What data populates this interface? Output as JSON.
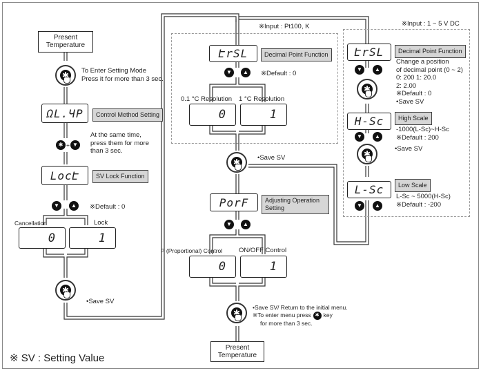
{
  "left": {
    "present": [
      "Present",
      "Temperature"
    ],
    "enter_note": [
      "To Enter Setting Mode",
      "Press it for more than 3 sec."
    ],
    "ctrl_display": "ΩL.ЧP",
    "ctrl_tag": "Control Method Setting",
    "same_time_note": [
      "At the same time,",
      "press them for more",
      "than 3 sec."
    ],
    "lock_display": "LocԷ",
    "lock_tag": "SV Lock Function",
    "default": "※Default : 0",
    "cancellation": "Cancellation",
    "lock": "Lock",
    "val0": "0",
    "val1": "1",
    "save": "•Save SV"
  },
  "middle": {
    "input_note": "※Input : Pt100, K",
    "dp_display": "ԷrSL",
    "dp_tag": "Decimal Point Function",
    "default": "※Default : 0",
    "res01": "0.1 °C Resolution",
    "res1": "1 °C Resolution",
    "val0": "0",
    "val1": "1",
    "save": "•Save SV",
    "porf_display": "PorF",
    "porf_tag": [
      "Adjusting Operation",
      "Setting"
    ],
    "p_control": "P (Proportional) Control",
    "onoff_control": "ON/OFF Control",
    "pval0": "0",
    "pval1": "1",
    "final_note": [
      "•Save SV/ Return to the initial menu.",
      "※To enter menu  press",
      "key",
      "for more than 3 sec."
    ],
    "present": [
      "Present",
      "Temperature"
    ]
  },
  "right": {
    "input_note": "※Input : 1 ~ 5 V DC",
    "dp_display": "ԷrSL",
    "dp_tag": "Decimal Point Function",
    "dp_note": [
      "Change a position",
      "of decimal point (0 ~ 2)",
      "0: 200     1: 20.0",
      "2: 2.00",
      "※Default : 0",
      "•Save SV"
    ],
    "hsc_display": "H-Sc",
    "hsc_tag": "High Scale",
    "hsc_note": [
      "-1000(L-Sc)~H-Sc",
      "※Default : 200"
    ],
    "save": "•Save SV",
    "lsc_display": "L-Sc",
    "lsc_tag": "Low Scale",
    "lsc_note": [
      "L-Sc ~ 5000(H-Sc)",
      "※Default : -200"
    ]
  },
  "footnote": "※ SV : Setting Value"
}
